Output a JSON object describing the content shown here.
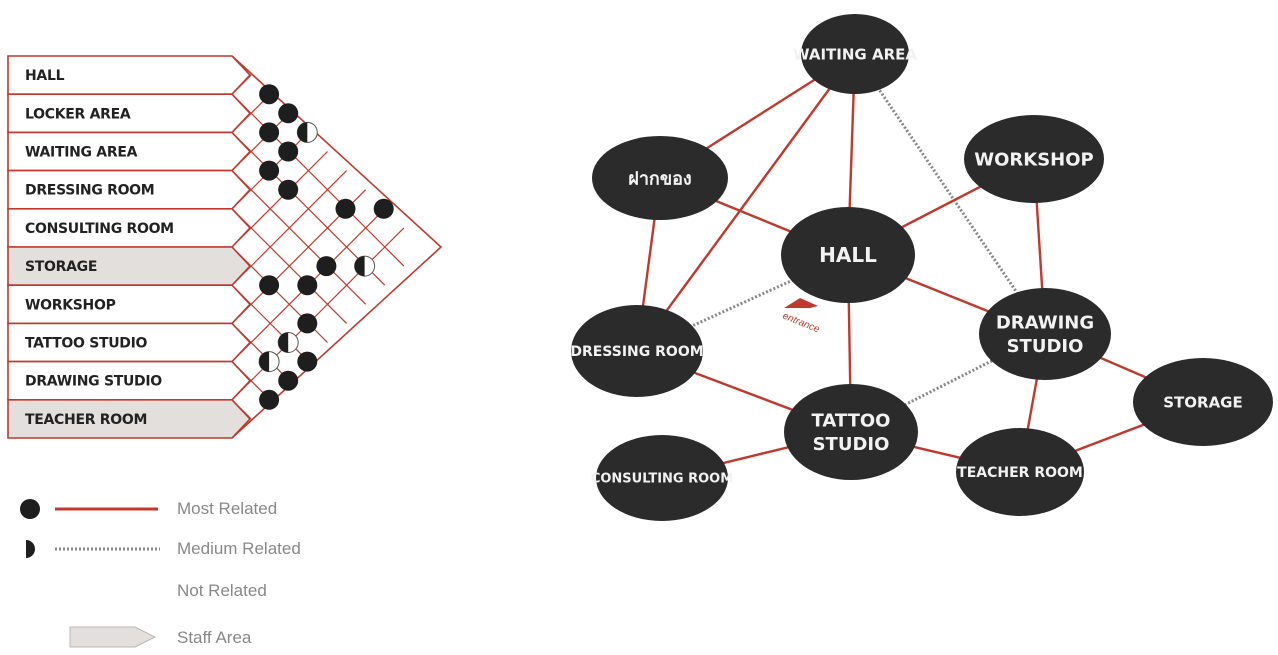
{
  "colors": {
    "line": "#c0392b",
    "node": "#2b2b2b",
    "staff_area": "#e3dfdc",
    "dotted": "#888888"
  },
  "matrix": {
    "rows": [
      {
        "label": "HALL",
        "staff": false
      },
      {
        "label": "LOCKER AREA",
        "staff": false
      },
      {
        "label": "WAITING AREA",
        "staff": false
      },
      {
        "label": "DRESSING ROOM",
        "staff": false
      },
      {
        "label": "CONSULTING ROOM",
        "staff": false
      },
      {
        "label": "STORAGE",
        "staff": true
      },
      {
        "label": "WORKSHOP",
        "staff": false
      },
      {
        "label": "TATTOO STUDIO",
        "staff": false
      },
      {
        "label": "DRAWING STUDIO",
        "staff": false
      },
      {
        "label": "TEACHER ROOM",
        "staff": true
      }
    ],
    "relations": [
      {
        "a": 0,
        "b": 1,
        "level": "most"
      },
      {
        "a": 1,
        "b": 2,
        "level": "most"
      },
      {
        "a": 0,
        "b": 2,
        "level": "most"
      },
      {
        "a": 0,
        "b": 3,
        "level": "medium"
      },
      {
        "a": 2,
        "b": 3,
        "level": "most"
      },
      {
        "a": 1,
        "b": 3,
        "level": "most"
      },
      {
        "a": 2,
        "b": 4,
        "level": "most"
      },
      {
        "a": 1,
        "b": 6,
        "level": "most"
      },
      {
        "a": 0,
        "b": 7,
        "level": "most"
      },
      {
        "a": 3,
        "b": 7,
        "level": "most"
      },
      {
        "a": 4,
        "b": 7,
        "level": "most"
      },
      {
        "a": 2,
        "b": 8,
        "level": "medium"
      },
      {
        "a": 5,
        "b": 6,
        "level": "most"
      },
      {
        "a": 5,
        "b": 8,
        "level": "most"
      },
      {
        "a": 6,
        "b": 8,
        "level": "medium"
      },
      {
        "a": 7,
        "b": 8,
        "level": "medium"
      },
      {
        "a": 7,
        "b": 9,
        "level": "most"
      },
      {
        "a": 8,
        "b": 9,
        "level": "most"
      },
      {
        "a": 6,
        "b": 9,
        "level": "most"
      }
    ]
  },
  "legend": {
    "most": "Most Related",
    "medium": "Medium  Related",
    "not": "Not Related",
    "staff": "Staff Area"
  },
  "network": {
    "nodes": [
      {
        "id": "waiting",
        "lines": [
          "WAITING AREA"
        ],
        "size": 15
      },
      {
        "id": "locker",
        "lines": [
          "ฝากของ"
        ],
        "size": 18
      },
      {
        "id": "workshop",
        "lines": [
          "WORKSHOP"
        ],
        "size": 18
      },
      {
        "id": "hall",
        "lines": [
          "HALL"
        ],
        "size": 20
      },
      {
        "id": "dressing",
        "lines": [
          "DRESSING ROOM"
        ],
        "size": 14
      },
      {
        "id": "drawing",
        "lines": [
          "DRAWING",
          "STUDIO"
        ],
        "size": 18
      },
      {
        "id": "tattoo",
        "lines": [
          "TATTOO",
          "STUDIO"
        ],
        "size": 18
      },
      {
        "id": "storage",
        "lines": [
          "STORAGE"
        ],
        "size": 15
      },
      {
        "id": "consulting",
        "lines": [
          "CONSULTING ROOM"
        ],
        "size": 13
      },
      {
        "id": "teacher",
        "lines": [
          "TEACHER ROOM"
        ],
        "size": 14
      }
    ],
    "links": [
      {
        "a": "waiting",
        "b": "locker",
        "level": "most"
      },
      {
        "a": "waiting",
        "b": "hall",
        "level": "most"
      },
      {
        "a": "waiting",
        "b": "dressing",
        "level": "most"
      },
      {
        "a": "waiting",
        "b": "drawing",
        "level": "medium"
      },
      {
        "a": "locker",
        "b": "hall",
        "level": "most"
      },
      {
        "a": "locker",
        "b": "dressing",
        "level": "most"
      },
      {
        "a": "workshop",
        "b": "hall",
        "level": "most"
      },
      {
        "a": "workshop",
        "b": "drawing",
        "level": "most"
      },
      {
        "a": "hall",
        "b": "drawing",
        "level": "most"
      },
      {
        "a": "hall",
        "b": "tattoo",
        "level": "most"
      },
      {
        "a": "hall",
        "b": "dressing",
        "level": "medium"
      },
      {
        "a": "dressing",
        "b": "tattoo",
        "level": "most"
      },
      {
        "a": "tattoo",
        "b": "consulting",
        "level": "most"
      },
      {
        "a": "tattoo",
        "b": "teacher",
        "level": "most"
      },
      {
        "a": "tattoo",
        "b": "drawing",
        "level": "medium"
      },
      {
        "a": "drawing",
        "b": "storage",
        "level": "most"
      },
      {
        "a": "drawing",
        "b": "teacher",
        "level": "most"
      },
      {
        "a": "storage",
        "b": "teacher",
        "level": "most"
      }
    ],
    "entrance_label": "entrance"
  }
}
